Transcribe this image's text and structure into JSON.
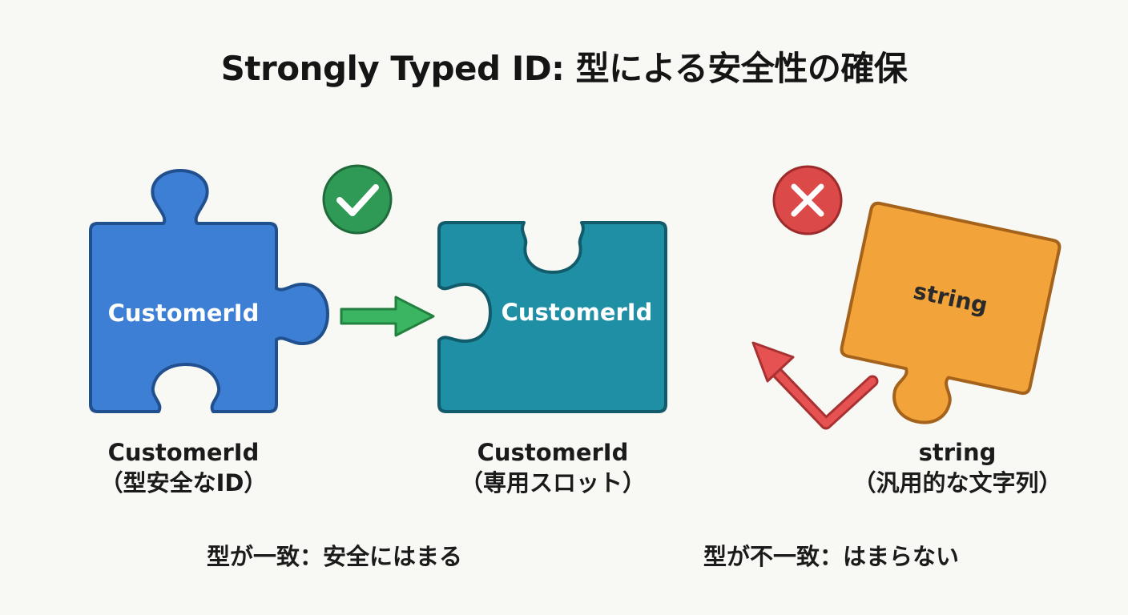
{
  "title": "Strongly Typed ID: 型による安全性の確保",
  "pieces": {
    "customer_id": {
      "label": "CustomerId"
    },
    "slot": {
      "label": "CustomerId"
    },
    "string": {
      "label": "string"
    }
  },
  "captions": {
    "left": {
      "line1": "CustomerId",
      "line2": "（型安全なID）"
    },
    "middle": {
      "line1": "CustomerId",
      "line2": "（専用スロット）"
    },
    "right": {
      "line1": "string",
      "line2": "（汎用的な文字列）"
    }
  },
  "verdicts": {
    "match": "型が一致：安全にはまる",
    "mismatch": "型が不一致：はまらない"
  },
  "colors": {
    "blue_piece": "#3d7fd4",
    "teal_slot": "#1f8fa6",
    "orange_piece": "#f2a33a",
    "check_green": "#2e9a55",
    "cross_red": "#dc4949",
    "arrow_green": "#3cb562",
    "arrow_red": "#e65252"
  },
  "icons": {
    "check": "check-circle-icon",
    "cross": "cross-circle-icon",
    "right_arrow": "right-arrow-icon",
    "reject_arrow": "bounce-back-arrow-icon"
  }
}
